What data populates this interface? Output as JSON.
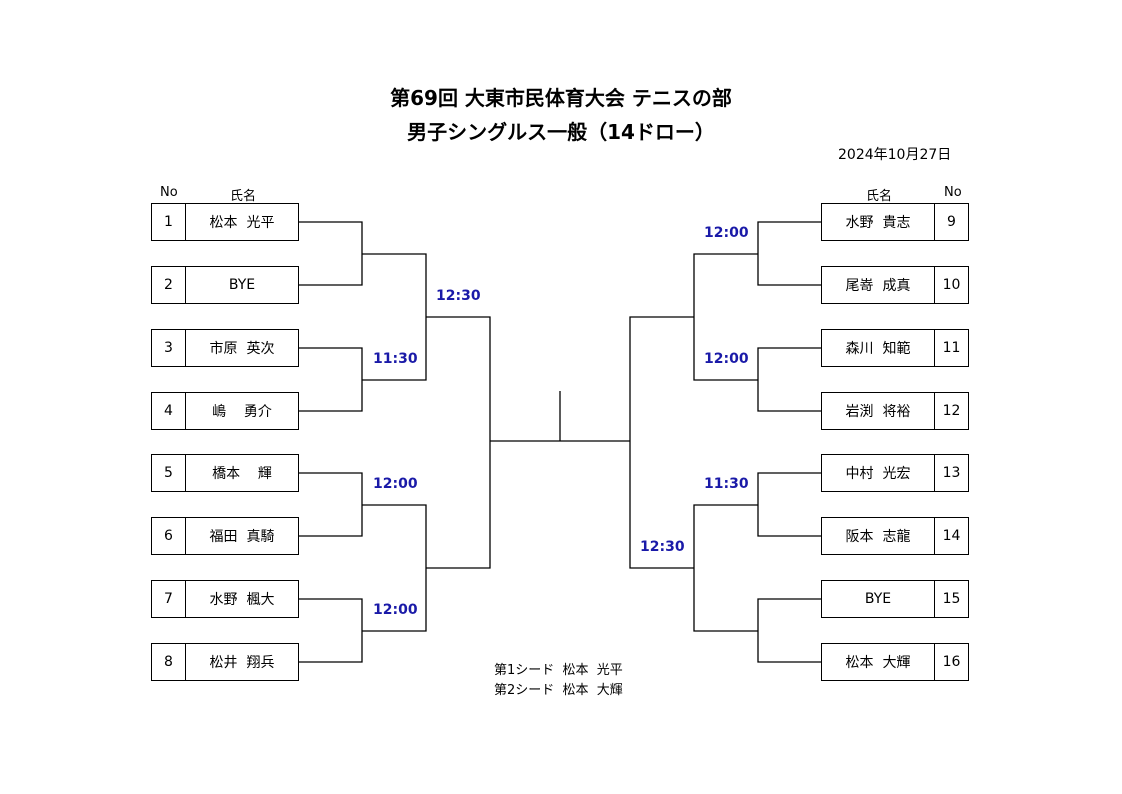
{
  "title_line1": "第69回 大東市民体育大会 テニスの部",
  "title_line2": "男子シングルス一般（14ドロー）",
  "date": "2024年10月27日",
  "headers": {
    "no": "No",
    "name": "氏名"
  },
  "left_players": [
    {
      "no": "1",
      "name": "松本  光平"
    },
    {
      "no": "2",
      "name": "BYE"
    },
    {
      "no": "3",
      "name": "市原  英次"
    },
    {
      "no": "4",
      "name": "嶋    勇介"
    },
    {
      "no": "5",
      "name": "橋本    輝"
    },
    {
      "no": "6",
      "name": "福田  真騎"
    },
    {
      "no": "7",
      "name": "水野  楓大"
    },
    {
      "no": "8",
      "name": "松井  翔兵"
    }
  ],
  "right_players": [
    {
      "no": "9",
      "name": "水野  貴志"
    },
    {
      "no": "10",
      "name": "尾嵜  成真"
    },
    {
      "no": "11",
      "name": "森川  知範"
    },
    {
      "no": "12",
      "name": "岩渕  将裕"
    },
    {
      "no": "13",
      "name": "中村  光宏"
    },
    {
      "no": "14",
      "name": "阪本  志龍"
    },
    {
      "no": "15",
      "name": "BYE"
    },
    {
      "no": "16",
      "name": "松本  大輝"
    }
  ],
  "times": {
    "left_r2_top": "12:30",
    "left_r1_34": "11:30",
    "left_r1_56": "12:00",
    "left_r1_78": "12:00",
    "right_r1_910": "12:00",
    "right_r1_1112": "12:00",
    "right_r1_1314": "11:30",
    "right_r2_bottom": "12:30"
  },
  "seeds": {
    "line1": "第1シード  松本  光平",
    "line2": "第2シード  松本  大輝"
  }
}
